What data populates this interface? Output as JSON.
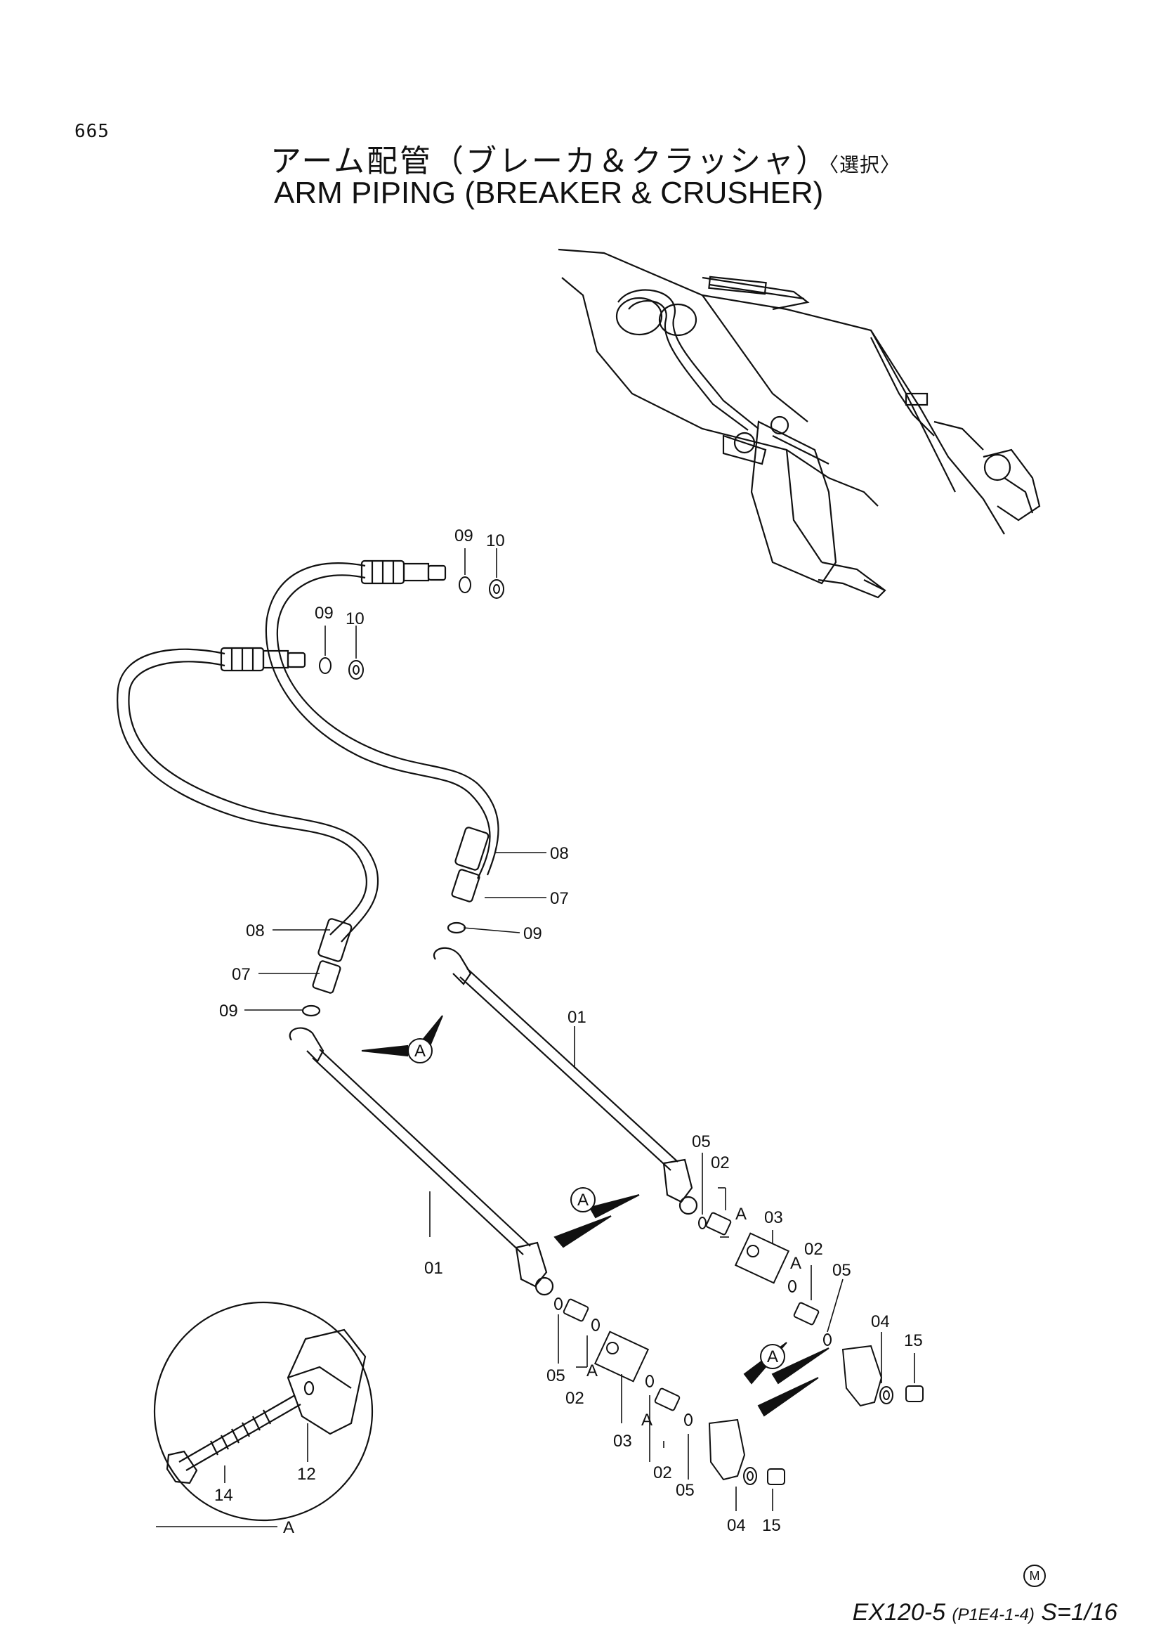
{
  "page": {
    "number": "665",
    "title_jp": "アーム配管（ブレーカ＆クラッシャ）",
    "title_jp_suffix": "〈選択〉",
    "title_en": "ARM  PIPING  (BREAKER & CRUSHER)"
  },
  "part_labels": {
    "p01": "01",
    "p02": "02",
    "p03": "03",
    "p04": "04",
    "p05": "05",
    "p07": "07",
    "p08": "08",
    "p09": "09",
    "p10": "10",
    "p12": "12",
    "p14": "14",
    "p15": "15"
  },
  "callouts": {
    "view_a": "A",
    "detail_a": "A"
  },
  "footer": {
    "m_mark": "M",
    "model": "EX120-5",
    "ref": "(P1E4-1-4)",
    "scale": "S=1/16"
  }
}
